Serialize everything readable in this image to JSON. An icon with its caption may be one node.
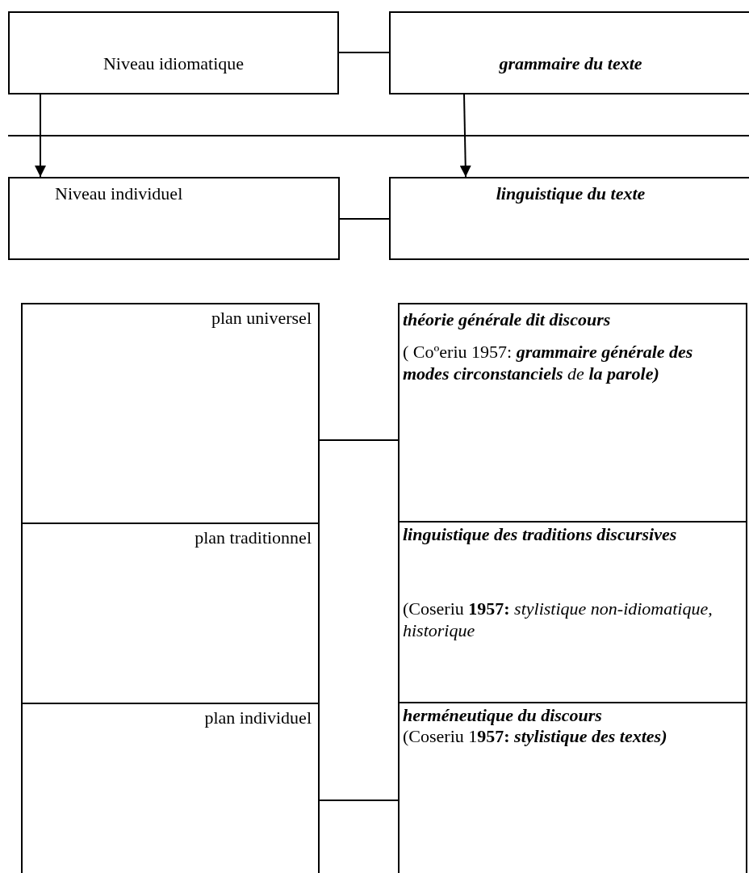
{
  "diagram": {
    "nodes": [
      {
        "text": [
          "Niveau idiomatique"
        ]
      },
      {
        "text": [
          "grammaire du texte"
        ]
      },
      {
        "text": [
          "Niveau individuel"
        ]
      },
      {
        "text": [
          "linguistique du texte"
        ]
      },
      {
        "text": [
          "plan universel"
        ]
      },
      {
        "text": [
          "théorie générale dit discours",
          "( Coºeriu 1957: **grammaire générale des modes circonstanciels** *de*  **la parole)**"
        ]
      },
      {
        "text": [
          "plan traditionnel"
        ]
      },
      {
        "text": [
          "linguistique des traditions discursives",
          "(Coseriu **1957:** *stylistique non-idiomatique, historique*"
        ]
      },
      {
        "text": [
          "plan individuel"
        ]
      },
      {
        "text": [
          "herméneutique du discours",
          "(Coseriu 1**957:** **stylistique des textes)**"
        ]
      }
    ],
    "edges": [
      {
        "from": 0,
        "to": 1,
        "arrow": "none"
      },
      {
        "from": 0,
        "to": 2,
        "arrow": "to"
      },
      {
        "from": 1,
        "to": 3,
        "arrow": "to"
      },
      {
        "from": 2,
        "to": 3,
        "arrow": "none"
      },
      {
        "from": 4,
        "to": 5,
        "arrow": "none"
      },
      {
        "from": 8,
        "to": 9,
        "arrow": "none"
      }
    ]
  }
}
